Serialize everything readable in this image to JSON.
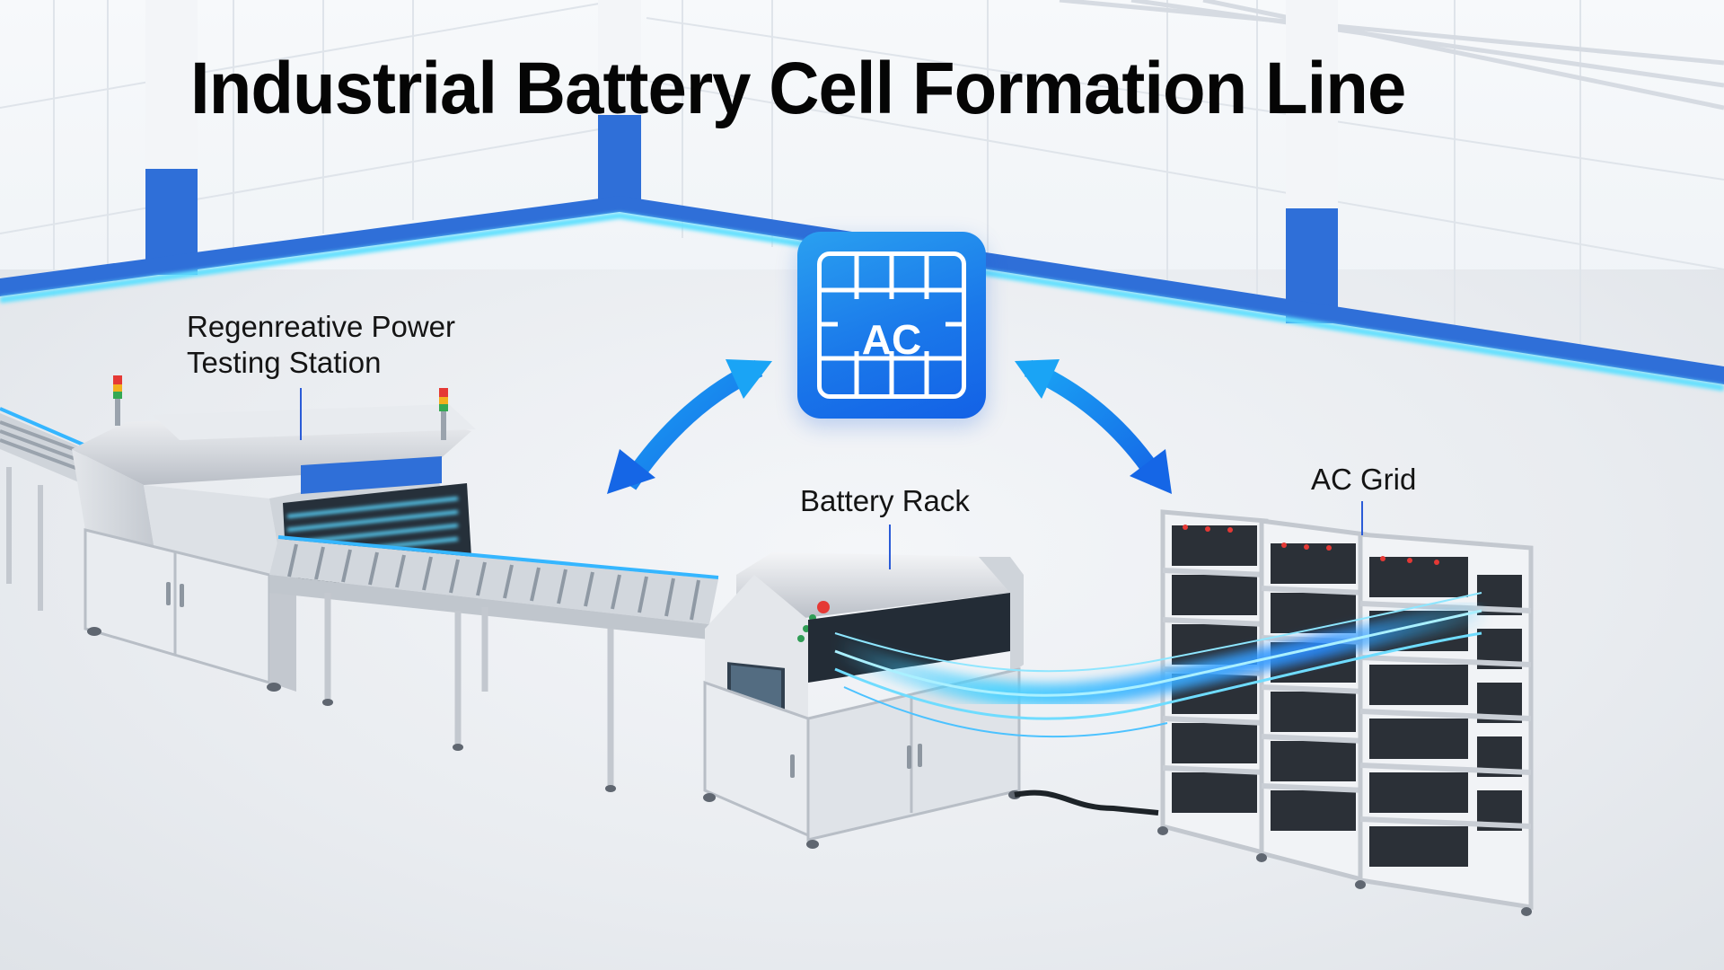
{
  "title": "Industrial Battery Cell Formation Line",
  "labels": {
    "testing_station": {
      "line1": "Regenreative Power",
      "line2": "Testing Station"
    },
    "battery_rack": "Battery Rack",
    "ac_grid": "AC Grid"
  },
  "ac_icon": {
    "text": "AC"
  },
  "colors": {
    "accent_blue": "#1a78ea",
    "accent_light_blue": "#2aa0f0",
    "glow_cyan": "#33c8ff",
    "floor_trim_blue": "#2f6fd8",
    "title_text": "#050505",
    "label_text": "#141414",
    "leader_line": "#2a5bd7",
    "stack_light_red": "#e53935",
    "stack_light_amber": "#f2b01e",
    "stack_light_green": "#34a853"
  },
  "flow_arrows": [
    {
      "name": "testing-station-to-ac",
      "direction": "bidirectional"
    },
    {
      "name": "ac-to-battery-rack",
      "direction": "bidirectional"
    }
  ]
}
